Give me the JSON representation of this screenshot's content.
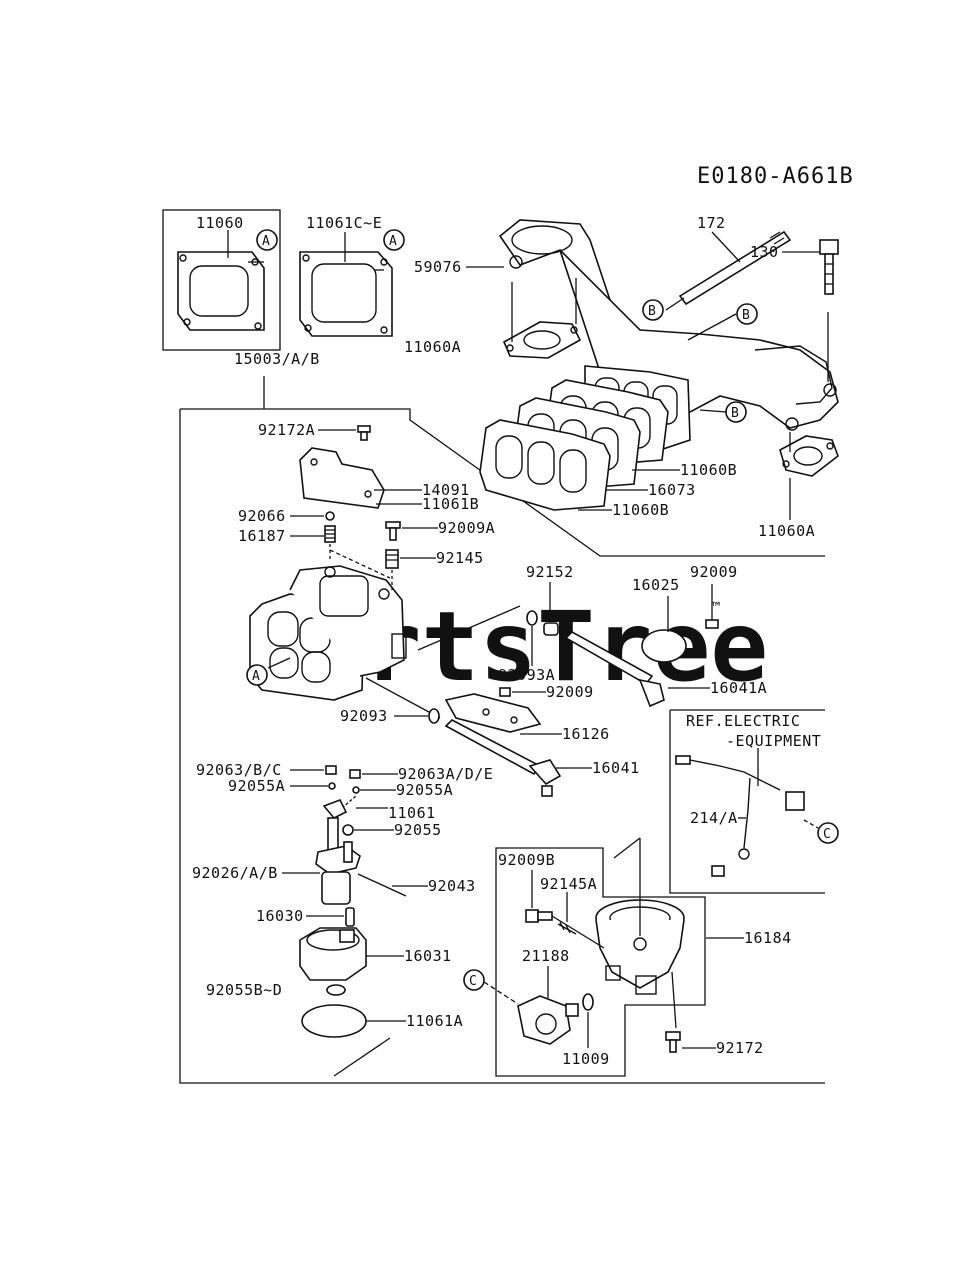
{
  "diagram": {
    "code": "E0180-A661B",
    "watermark": "PartsTree",
    "trademark": "™",
    "ref_electric_line1": "REF.ELECTRIC",
    "ref_electric_line2": "-EQUIPMENT",
    "callouts": {
      "a": "A",
      "b": "B",
      "c": "C"
    },
    "labels": {
      "p11060": "11060",
      "p11061c": "11061C~E",
      "p172": "172",
      "p59076": "59076",
      "p130": "130",
      "p11060a_top": "11060A",
      "p15003": "15003/A/B",
      "p92172a": "92172A",
      "p14091": "14091",
      "p11061b": "11061B",
      "p92066": "92066",
      "p92009a": "92009A",
      "p16187": "16187",
      "p92145": "92145",
      "p11060b_1": "11060B",
      "p16073": "16073",
      "p11060b_2": "11060B",
      "p11060a_right": "11060A",
      "p92152": "92152",
      "p16025": "16025",
      "p92009_top": "92009",
      "p92093a": "92093A",
      "p16041a": "16041A",
      "p92009_mid": "92009",
      "p92093": "92093",
      "p16126": "16126",
      "p92063bc": "92063/B/C",
      "p92063ade": "92063A/D/E",
      "p16041": "16041",
      "p92055a_l": "92055A",
      "p92055a_r": "92055A",
      "p11061": "11061",
      "p92055": "92055",
      "p214a": "214/A",
      "p92009b": "92009B",
      "p92026": "92026/A/B",
      "p92043": "92043",
      "p92145a": "92145A",
      "p16184": "16184",
      "p16030": "16030",
      "p21188": "21188",
      "p16031": "16031",
      "p92055bd": "92055B~D",
      "p11061a": "11061A",
      "p11009": "11009",
      "p92172": "92172"
    }
  }
}
